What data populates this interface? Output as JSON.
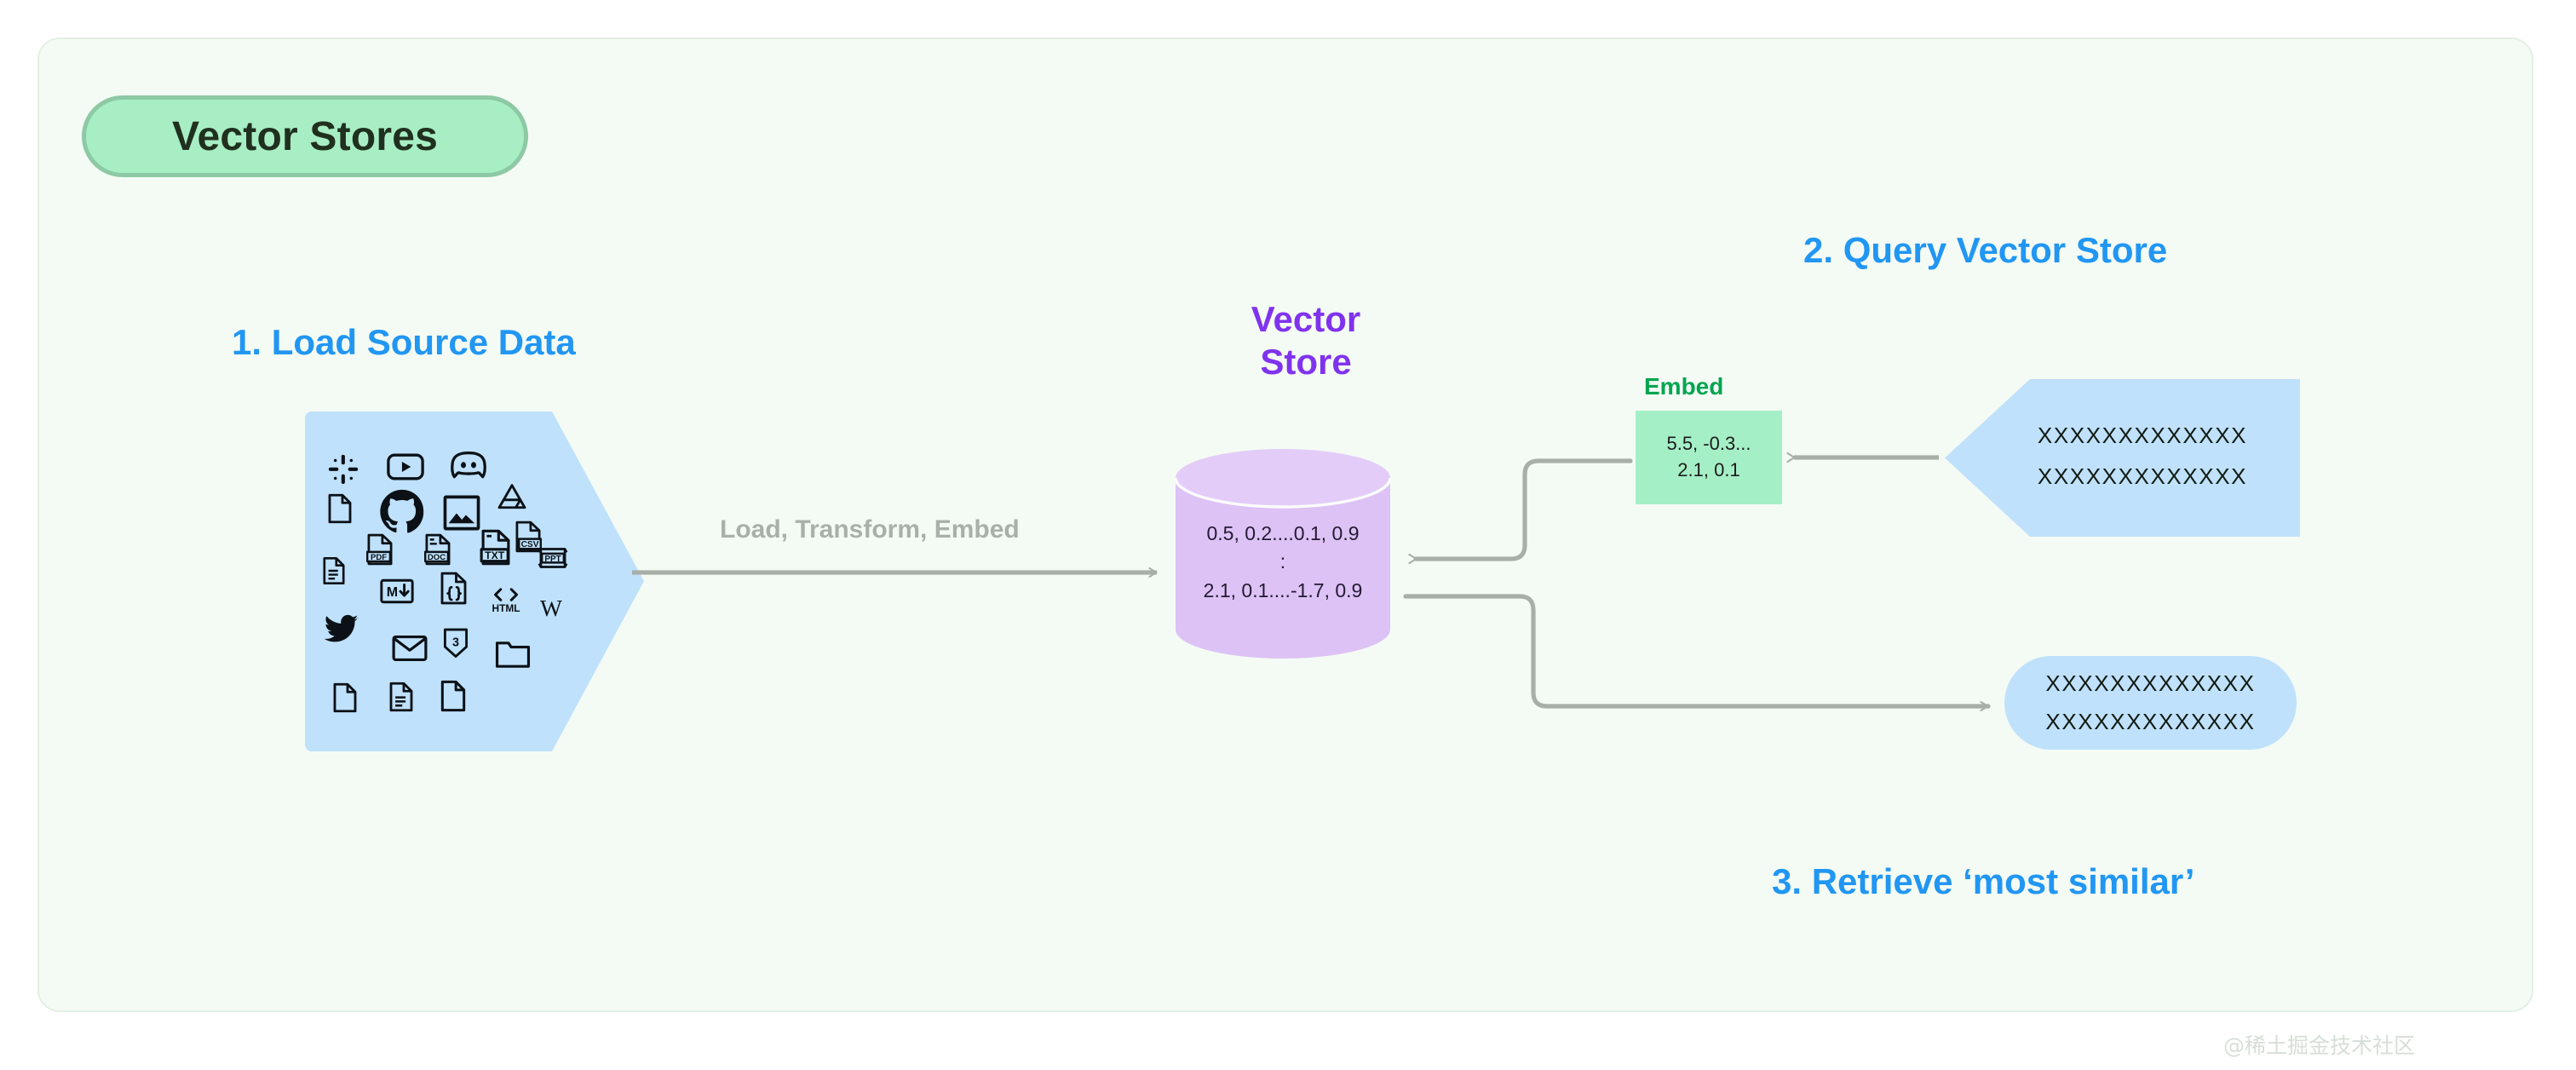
{
  "board": {
    "background_color": "#f4fbf4",
    "border_color": "#e2f0e2"
  },
  "title_badge": {
    "label": "Vector Stores",
    "fill_color": "#a8eec4",
    "border_color": "#8dc9a4",
    "text_color": "#20301f"
  },
  "headings": {
    "step1": "1. Load Source Data",
    "step2": "2. Query Vector Store",
    "step3": "3. Retrieve ‘most similar’",
    "accent_color": "#2196f3"
  },
  "vector_store": {
    "title_line1": "Vector",
    "title_line2": "Store",
    "title_color": "#8033ee",
    "cylinder_fill": "#e0c7f6",
    "cylinder_top_fill": "#e6d0f8",
    "rows": [
      "0.5, 0.2....0.1, 0.9",
      ":",
      "2.1, 0.1....-1.7, 0.9"
    ]
  },
  "pipeline_arrow": {
    "label": "Load, Transform, Embed",
    "label_color": "#a9b0a9",
    "line_color": "#a8afa8"
  },
  "embed": {
    "label": "Embed",
    "label_color": "#00a550",
    "fill_color": "#a5efc7",
    "rows": [
      "5.5, -0.3...",
      "2.1, 0.1"
    ]
  },
  "query": {
    "fill_color": "#bfe1fb",
    "rows": [
      "XXXXXXXXXXXXX",
      "XXXXXXXXXXXXX"
    ]
  },
  "retrieve": {
    "fill_color": "#bfe1fb",
    "rows": [
      "XXXXXXXXXXXXX",
      "XXXXXXXXXXXXX"
    ]
  },
  "source_data": {
    "fill_color": "#bfe1fb",
    "icons": [
      {
        "name": "slack-icon",
        "glyph": "slack"
      },
      {
        "name": "youtube-icon",
        "glyph": "youtube"
      },
      {
        "name": "discord-icon",
        "glyph": "discord"
      },
      {
        "name": "file-blank-icon",
        "glyph": "file"
      },
      {
        "name": "github-icon",
        "glyph": "github"
      },
      {
        "name": "image-icon",
        "glyph": "image"
      },
      {
        "name": "google-drive-icon",
        "glyph": "gdrive"
      },
      {
        "name": "csv-file-icon",
        "glyph": "file-label",
        "label": "CSV"
      },
      {
        "name": "file-lines-icon",
        "glyph": "file-lines"
      },
      {
        "name": "pdf-file-icon",
        "glyph": "file-label",
        "label": "PDF"
      },
      {
        "name": "doc-file-icon",
        "glyph": "file-label",
        "label": "DOC"
      },
      {
        "name": "txt-file-icon",
        "glyph": "file-label",
        "label": "TXT"
      },
      {
        "name": "ppt-file-icon",
        "glyph": "ppt",
        "label": "PPT"
      },
      {
        "name": "markdown-icon",
        "glyph": "markdown",
        "label": "M"
      },
      {
        "name": "json-file-icon",
        "glyph": "json"
      },
      {
        "name": "html-icon",
        "glyph": "html",
        "label": "HTML"
      },
      {
        "name": "wikipedia-icon",
        "glyph": "wiki",
        "label": "W"
      },
      {
        "name": "twitter-icon",
        "glyph": "twitter"
      },
      {
        "name": "email-icon",
        "glyph": "email"
      },
      {
        "name": "css3-icon",
        "glyph": "css3"
      },
      {
        "name": "folder-icon",
        "glyph": "folder"
      },
      {
        "name": "file-blank-2-icon",
        "glyph": "file"
      },
      {
        "name": "file-lines-2-icon",
        "glyph": "file-lines"
      },
      {
        "name": "file-blank-3-icon",
        "glyph": "file"
      }
    ]
  },
  "watermark": {
    "text": "@稀土掘金技术社区"
  }
}
